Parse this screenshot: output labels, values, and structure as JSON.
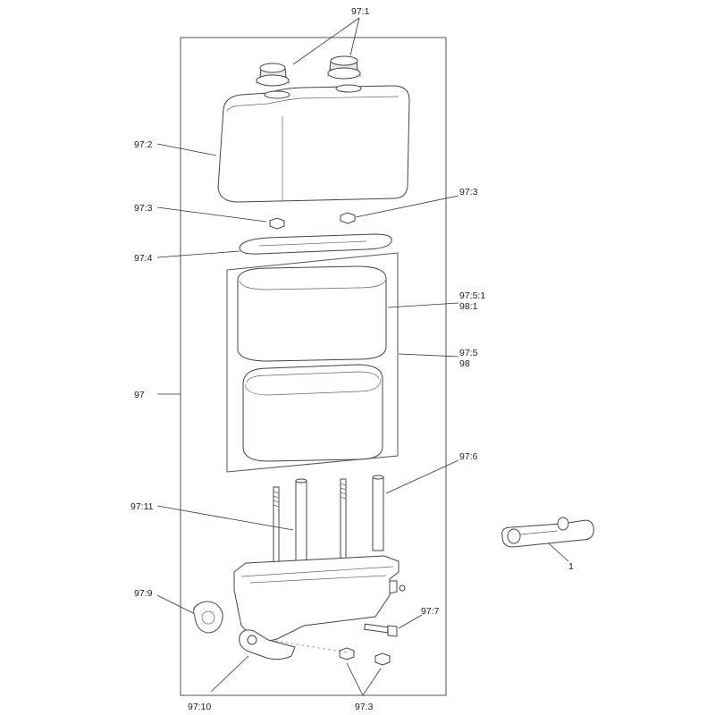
{
  "diagram": {
    "callouts": {
      "cap_pair": "97:1",
      "cover": "97:2",
      "nut_left": "97:3",
      "nut_right": "97:3",
      "gasket": "97:4",
      "prefilter_a": "97:5:1",
      "prefilter_b": "98:1",
      "element_a": "97:5",
      "element_b": "98",
      "assembly": "97",
      "stud_right": "97:6",
      "stud_left": "97:11",
      "base_gasket": "97:9",
      "bolt": "97:7",
      "bracket": "97:10",
      "nuts_bottom": "97:3",
      "tool": "1"
    }
  }
}
